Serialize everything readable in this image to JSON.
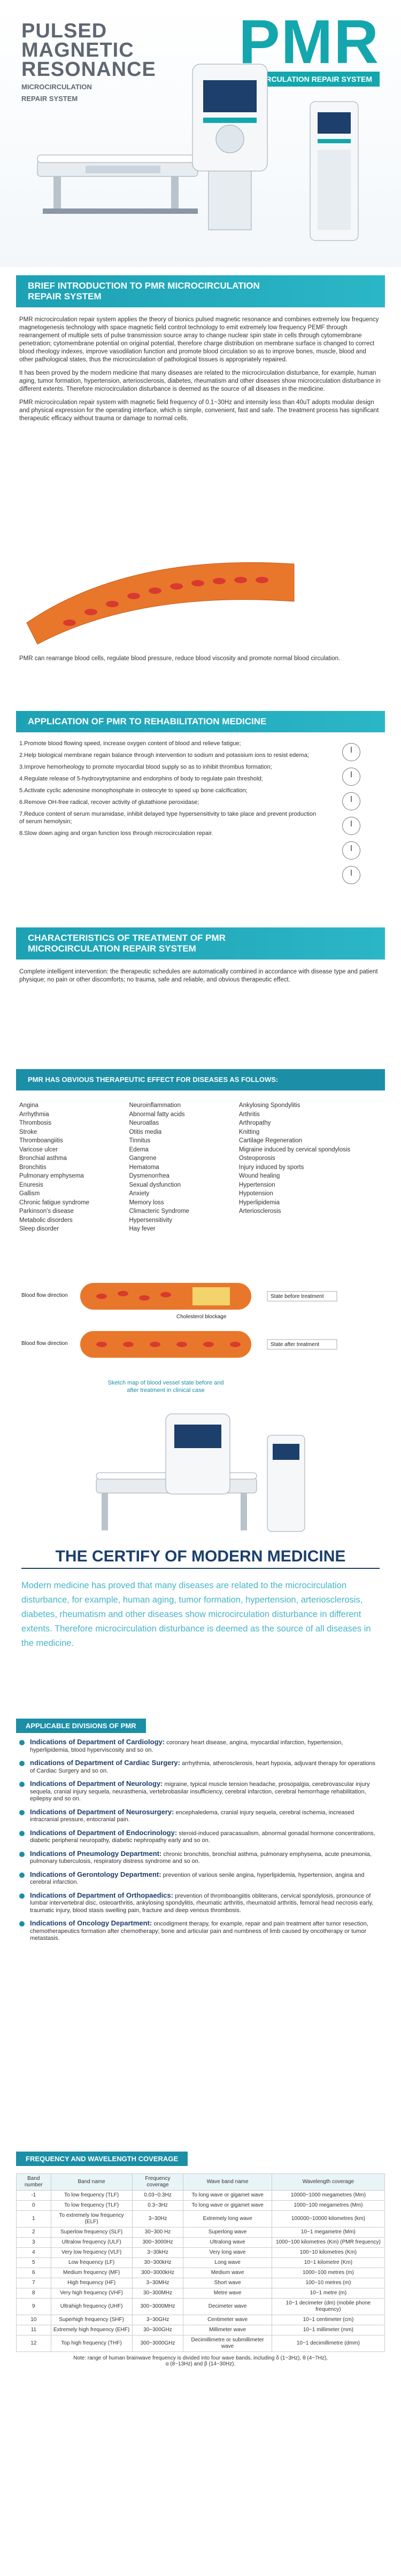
{
  "hero": {
    "pulsed_line1": "PULSED",
    "pulsed_line2": "MAGNETIC",
    "pulsed_line3": "RESONANCE",
    "sub_line1": "MICROCIRCULATION",
    "sub_line2": "REPAIR SYSTEM",
    "big_title": "PMR",
    "bar_text": "MICROCIRCULATION REPAIR SYSTEM"
  },
  "brief": {
    "heading_line1": "BRIEF INTRODUCTION TO PMR MICROCIRCULATION",
    "heading_line2": "REPAIR SYSTEM",
    "p1": "PMR microcirculation repair system applies the theory of bionics pulsed magnetic resonance and combines extremely low frequency magnetogenesis technology with space magnetic field control technology to emit extremely low frequency PEMF through rearrangement of multiple sets of pulse transmission source array to change nuclear spin state in cells through cytomembrane penetration; cytomembrane potential on original potential, therefore charge distribution on membrane surface is changed to correct blood rheology indexes, improve vasodilation function and promote blood circulation so as to improve bones, muscle, blood and other pathological states, thus the microcirculation of pathological tissues is appropriately repaired.",
    "p2": "It has been proved by the modern medicine that many diseases are related to the microcirculation disturbance, for example, human aging, tumor formation, hypertension, arteriosclerosis, diabetes, rheumatism and other diseases show microcirculation disturbance in different extents. Therefore microcirculation disturbance is deemed as the source of all diseases in the medicine.",
    "p3": "PMR microcirculation repair system with magnetic field frequency of 0.1~30Hz and intensity less than 40uT adopts modular design and physical expression for the operating interface, which is simple, convenient, fast and safe. The treatment process has significant therapeutic efficacy without trauma or damage to normal cells."
  },
  "after_vessel": {
    "p1": "PMR can rearrange blood cells, regulate blood pressure, reduce blood viscosity and promote normal blood circulation."
  },
  "application": {
    "heading": "APPLICATION OF PMR TO REHABILITATION MEDICINE",
    "items": [
      "1.Promote blood flowing speed, increase oxygen content of blood and relieve fatigue;",
      "2.Help biological membrane regain balance through intervention to sodium and potassium ions to resist edema;",
      "3.Improve hemorheology to promote myocardial blood supply so as to inhibit thrombus formation;",
      "4.Regulate release of 5-hydroxytryptamine and endorphins of body to regulate pain threshold;",
      "5.Activate cyclic adenosine monophosphate in osteocyte to speed up bone calcification;",
      "6.Remove OH-free radical, recover activity of glutathione peroxidase;",
      "7.Reduce content of serum muramidase, inhibit delayed type hypersensitivity to take place and prevent production of serum hemolysin;",
      "8.Slow down aging and organ function loss through microcirculation repair."
    ]
  },
  "characteristics": {
    "heading_line1": "CHARACTERISTICS OF TREATMENT OF PMR",
    "heading_line2": "MICROCIRCULATION REPAIR SYSTEM",
    "text": "Complete intelligent intervention: the therapeutic schedules are automatically combined in accordance with disease type and patient physique; no pain or other discomforts; no trauma, safe and reliable, and obvious therapeutic effect."
  },
  "diseases": {
    "heading": "PMR HAS OBVIOUS THERAPEUTIC EFFECT FOR DISEASES AS FOLLOWS:",
    "col1": [
      "Angina",
      "Arrhythmia",
      "Thrombosis",
      "Stroke",
      "Thromboangiitis",
      "Varicose ulcer",
      "Bronchial asthma",
      "Bronchitis",
      "Pulmonary emphysema",
      "Enuresis",
      "Gallism",
      "Chronic fatigue syndrome",
      "Parkinson's disease",
      "Metabolic disorders",
      "Sleep disorder"
    ],
    "col2": [
      "Neuroinflammation",
      "Abnormal fatty acids",
      "Neuroatlas",
      "Otitis media",
      "Tinnitus",
      "Edema",
      "Gangrene",
      "Hematoma",
      "Dysmenorrhea",
      "Sexual dysfunction",
      "Anxiety",
      "Memory loss",
      "Climacteric Syndrome",
      "Hypersensitivity",
      "Hay fever"
    ],
    "col3": [
      "Ankylosing Spondylitis",
      "Arthritis",
      "Arthropathy",
      "Knitting",
      "Cartilage Regeneration",
      "Migraine induced by cervical spondylosis",
      "Osteoporosis",
      "Injury induced by sports",
      "Wound healing",
      "Hypertension",
      "Hypotension",
      "Hyperlipidemia",
      "Arteriosclerosis"
    ]
  },
  "flow": {
    "label_before_left": "Blood flow direction",
    "label_after_left": "Blood flow direction",
    "label_before_right": "State before treatment",
    "label_after_right": "State after treatment",
    "mid_label": "Cholesterol blockage",
    "caption_line1": "Sketch map of blood vessel state before and",
    "caption_line2": "after treatment in clinical case"
  },
  "certify": {
    "title": "THE CERTIFY OF MODERN MEDICINE",
    "text": "Modern medicine has proved that many diseases are related to the microcirculation disturbance, for example, human aging, tumor formation, hypertension, arteriosclerosis, diabetes, rheumatism and other diseases show microcirculation disturbance in different extents. Therefore microcirculation disturbance is deemed as the source of all diseases in the medicine."
  },
  "divisions": {
    "tab": "APPLICABLE DIVISIONS OF PMR",
    "items": [
      {
        "title": "Indications of Department of Cardiology:",
        "text": "coronary heart disease, angina, myocardial infarction, hypertension, hyperlipidemia, blood hyperviscosity and so on."
      },
      {
        "title": "ndications of Department of Cardiac Surgery:",
        "text": "arrhythmia, atherosclerosis, heart hypoxia, adjuvant therapy for operations of Cardiac Surgery and so on."
      },
      {
        "title": "Indications of Department of Neurology:",
        "text": "migraine, typical muscle tension headache, prosopalgia, cerebrovascular injury sequela, cranial injury sequela, neurasthenia, vertebrobasilar insufficiency, cerebral infarction, cerebral hemorrhage rehabilitation, epilepsy and so on."
      },
      {
        "title": "Indications of Department of Neurosurgery:",
        "text": "encephaledema, cranial injury sequela, cerebral ischemia, increased intracranial pressure, entocranial pain."
      },
      {
        "title": "Indications of Department of Endocrinology:",
        "text": "steroid-induced paracasualism, abnormal gonadal hormone concentrations, diabetic peripheral neuropathy, diabetic nephropathy early and so on."
      },
      {
        "title": "Indications of Pneumology Department:",
        "text": "chronic bronchitis, bronchial asthma, pulmonary emphysema, acute pneumonia, pulmonary tuberculosis, respiratory distress syndrome and so on."
      },
      {
        "title": "Indications of Gerontology Department:",
        "text": "prevention of various senile angina, hyperlipidemia, hypertension, angina and cerebral infarction."
      },
      {
        "title": "Indications of Department of Orthopaedics:",
        "text": "prevention of thromboangiitis obliterans, cervical spondylosis, pronounce of lumbar intervertebral disc, osteoarthritis, ankylosing spondylitis, rheumatic arthritis, rheumatoid arthritis, femoral head necrosis early, traumatic injury, blood stasis swelling pain, fracture and deep venous thrombosis."
      },
      {
        "title": "Indications of Oncology Department:",
        "text": "oncodigment therapy, for example, repair and pain treatment after tumor resection, chemotherapeutics formation after chemotherapy; bone and articular pain and numbness of limb caused by oncotherapy or tumor metastasis."
      }
    ]
  },
  "freq_table": {
    "heading": "FREQUENCY AND WAVELENGTH COVERAGE",
    "headers": [
      "Band number",
      "Band name",
      "Frequency coverage",
      "Wave band name",
      "Wavelength coverage"
    ],
    "rows": [
      [
        "-1",
        "To low frequency (TLF)",
        "0.03~0.3Hz",
        "To long wave or gigamet wave",
        "10000~1000 megametres (Mm)"
      ],
      [
        "0",
        "To low frequency (TLF)",
        "0.3~3Hz",
        "To long wave or gigamet wave",
        "1000~100 megametres (Mm)"
      ],
      [
        "1",
        "To extremely low frequency (ELF)",
        "3~30Hz",
        "Extremely long wave",
        "100000~10000 kilometres (km)"
      ],
      [
        "2",
        "Superlow frequency (SLF)",
        "30~300 Hz",
        "Superlong wave",
        "10~1 megametre (Mm)"
      ],
      [
        "3",
        "Ultralow frequency (ULF)",
        "300~3000Hz",
        "Ultralong wave",
        "1000~100 kilometres (Km) (PMR frequency)"
      ],
      [
        "4",
        "Very low frequency (VLF)",
        "3~30kHz",
        "Very long wave",
        "100~10 kilometres (Km)"
      ],
      [
        "5",
        "Low frequency (LF)",
        "30~300kHz",
        "Long wave",
        "10~1 kilometre (Km)"
      ],
      [
        "6",
        "Medium frequency (MF)",
        "300~3000kHz",
        "Medium wave",
        "1000~100 metres (m)"
      ],
      [
        "7",
        "High frequency (HF)",
        "3~30MHz",
        "Short wave",
        "100~10 metres (m)"
      ],
      [
        "8",
        "Very high frequency (VHF)",
        "30~300MHz",
        "Metre wave",
        "10~1 metre (m)"
      ],
      [
        "9",
        "Ultrahigh frequency (UHF)",
        "300~3000MHz",
        "Decimeter wave",
        "10~1 decimeter (dm) (mobile phone frequency)"
      ],
      [
        "10",
        "Superhigh frequency (SHF)",
        "3~30GHz",
        "Centimeter wave",
        "10~1 centimeter (cm)"
      ],
      [
        "11",
        "Extremely high frequency (EHF)",
        "30~300GHz",
        "Millimeter wave",
        "10~1 millimeter (mm)"
      ],
      [
        "12",
        "Top high frequency (THF)",
        "300~3000GHz",
        "Decimillimetre or submillimeter wave",
        "10~1 decimillimetre (dmm)"
      ]
    ],
    "note_line1": "Note: range of human brainwave frequency is divided into four wave bands, including δ (1~3Hz), θ (4~7Hz),",
    "note_line2": "α (8~13Hz) and β (14~30Hz)."
  }
}
